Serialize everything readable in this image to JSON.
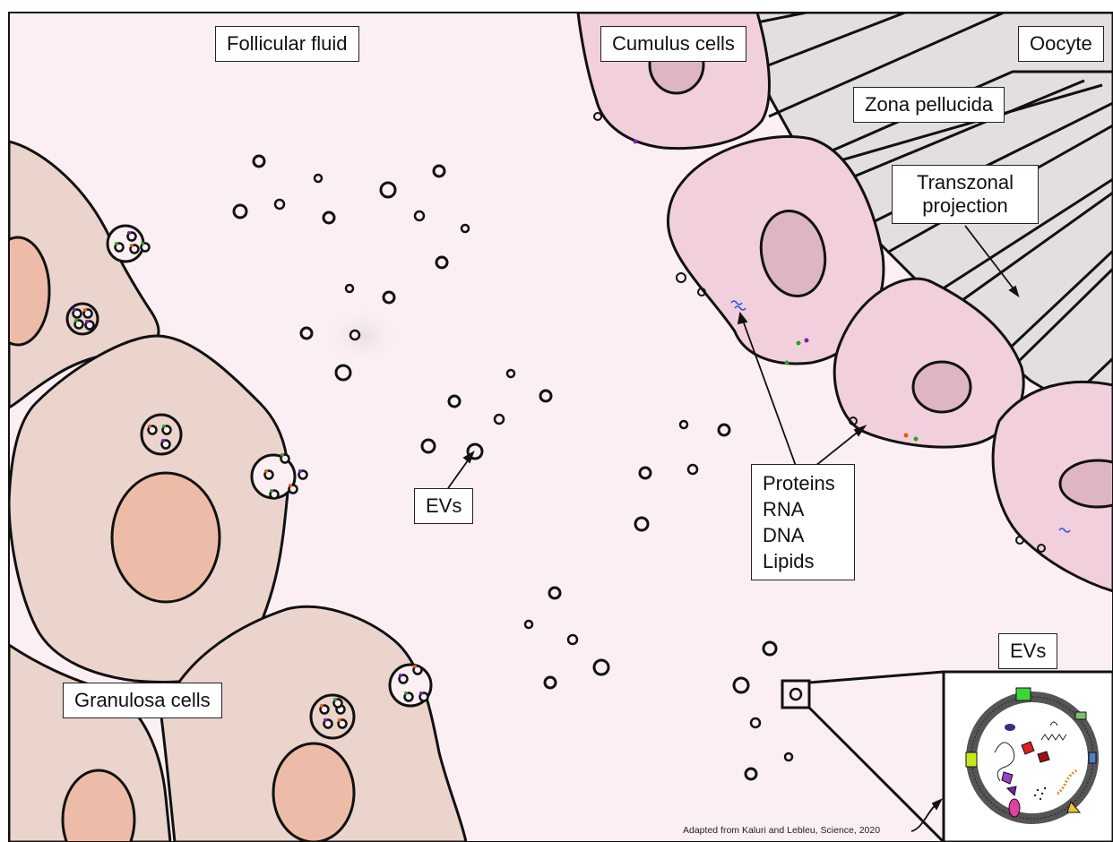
{
  "labels": {
    "follicular_fluid": "Follicular fluid",
    "cumulus_cells": "Cumulus cells",
    "oocyte": "Oocyte",
    "zona_pellucida": "Zona pellucida",
    "transzonal_projection": "Transzonal projection",
    "evs_center": "EVs",
    "evs_inset": "EVs",
    "granulosa_cells": "Granulosa cells",
    "cargo": [
      "Proteins",
      "RNA",
      "DNA",
      "Lipids"
    ]
  },
  "caption": "Adapted from Kaluri and Lebleu, Science, 2020",
  "colors": {
    "background": "#fbeff4",
    "granulosa_cell": "#ead4cc",
    "granulosa_nucleus": "#edbca8",
    "cumulus_cell": "#f2cfdd",
    "cumulus_nucleus": "#ddb5c3",
    "zona_pellucida": "#e3dfe0",
    "outline": "#111111"
  }
}
